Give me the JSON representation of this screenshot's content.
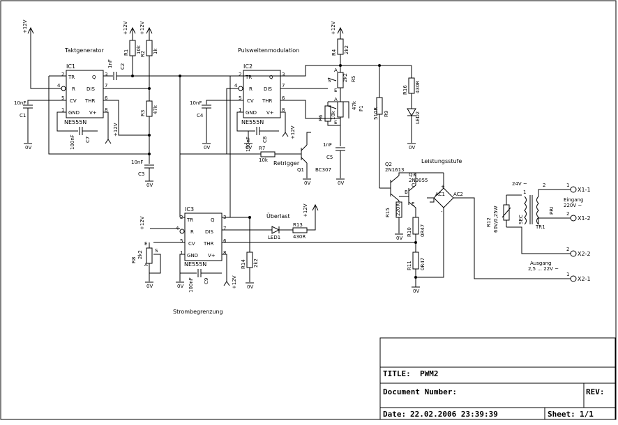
{
  "sections": {
    "clock": "Taktgenerator",
    "pwm": "Pulsweitenmodulation",
    "current_limit": "Strombegrenzung",
    "power_stage": "Leistungsstufe",
    "overload": "Überlast",
    "retrigger": "Retrigger"
  },
  "ics": [
    {
      "ref": "IC1",
      "type": "NE555N"
    },
    {
      "ref": "IC2",
      "type": "NE555N"
    },
    {
      "ref": "IC3",
      "type": "NE555N"
    }
  ],
  "ic_pins": {
    "tr": "TR",
    "r": "R",
    "cv": "CV",
    "gnd": "GND",
    "q": "Q",
    "dis": "DIS",
    "thr": "THR",
    "vp": "V+",
    "n2": "2",
    "n3": "3",
    "n4": "4",
    "n5": "5",
    "n1": "1",
    "n7": "7",
    "n6": "6",
    "n8": "8"
  },
  "supply": "+12V",
  "ground": "0V",
  "components": {
    "r1": {
      "ref": "R1",
      "value": "10k"
    },
    "r2": {
      "ref": "R2",
      "value": "1k"
    },
    "r3": {
      "ref": "R3",
      "value": "47k"
    },
    "r4": {
      "ref": "R4",
      "value": "2k2"
    },
    "r5": {
      "ref": "R5",
      "value": "2k2"
    },
    "r6": {
      "ref": "R6",
      "value": "10k"
    },
    "r7": {
      "ref": "R7",
      "value": "10k"
    },
    "r8": {
      "ref": "R8",
      "value": "2k2"
    },
    "r9": {
      "ref": "R9",
      "value": "510R"
    },
    "r10": {
      "ref": "R10",
      "value": "0R47"
    },
    "r11": {
      "ref": "R11",
      "value": "0R47"
    },
    "r12": {
      "ref": "R12",
      "value": "60V/0,25W"
    },
    "r13": {
      "ref": "R13",
      "value": "430R"
    },
    "r14": {
      "ref": "R14",
      "value": "2k2"
    },
    "r15": {
      "ref": "R15",
      "value": "220R"
    },
    "r16": {
      "ref": "R16",
      "value": "430R"
    },
    "p1": {
      "ref": "P1",
      "value": "47k"
    },
    "c1": {
      "ref": "C1",
      "value": "10nF"
    },
    "c2": {
      "ref": "C2",
      "value": "1nF"
    },
    "c3": {
      "ref": "C3",
      "value": "10nF"
    },
    "c4": {
      "ref": "C4",
      "value": "10nF"
    },
    "c5": {
      "ref": "C5",
      "value": "1nF"
    },
    "c7": {
      "ref": "C7",
      "value": "100nF"
    },
    "c8": {
      "ref": "C8",
      "value": "100nF"
    },
    "c9": {
      "ref": "C9",
      "value": "100nF"
    },
    "q1": {
      "ref": "Q1",
      "value": "BC307"
    },
    "q2": {
      "ref": "Q2",
      "value": "2N1613"
    },
    "q3": {
      "ref": "Q3",
      "value": "2N3055"
    },
    "led1": {
      "ref": "LED1"
    },
    "led2": {
      "ref": "LED2"
    },
    "tr1": {
      "ref": "TR1",
      "pri": "PRI",
      "sec": "SEC",
      "v24": "24V ~"
    }
  },
  "pin_letters": {
    "a": "A",
    "e": "E",
    "s": "S",
    "b": "B",
    "c": "C",
    "ee": "E",
    "plus": "+",
    "minus": "-",
    "ac1": "AC1",
    "ac2": "AC2"
  },
  "connectors": {
    "x11": "X1-1",
    "x12": "X1-2",
    "x22": "X2-2",
    "x21": "X2-1",
    "n1": "1",
    "n2": "2",
    "input_title": "Eingang",
    "input_value": "220V ~",
    "output_title": "Ausgang",
    "output_value": "2,5 ... 22V ~"
  },
  "title_block": {
    "title_label": "TITLE:",
    "title": "PWM2",
    "doc_label": "Document Number:",
    "doc_value": "",
    "rev_label": "REV:",
    "date_label": "Date:",
    "date": "22.02.2006 23:39:39",
    "sheet_label": "Sheet:",
    "sheet": "1/1"
  }
}
